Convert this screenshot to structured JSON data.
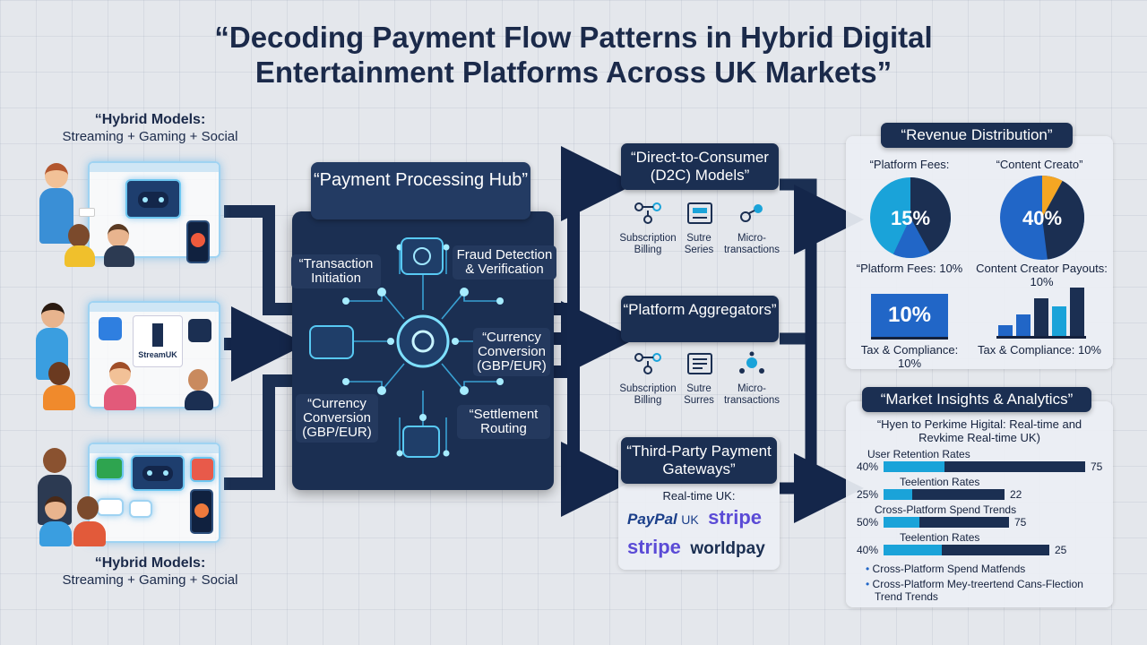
{
  "title": {
    "line1": "“Decoding Payment Flow Patterns in Hybrid Digital",
    "line2": "Entertainment Platforms Across UK Markets”"
  },
  "hybrid_models": {
    "top_bold": "“Hybrid Models:",
    "top_sub": "Streaming + Gaming + Social",
    "bottom_bold": "“Hybrid Models:",
    "bottom_sub": "Streaming + Gaming + Social",
    "stream_logo": "StreamUK"
  },
  "hub": {
    "title": "“Payment Processing Hub”",
    "transaction": "“Transaction Initiation",
    "fraud": "Fraud Detection & Verification",
    "currency_right": "“Currency Conversion (GBP/EUR)",
    "currency_left": "“Currency Conversion (GBP/EUR)",
    "settlement": "“Settlement Routing"
  },
  "d2c": {
    "title": "“Direct-to-Consumer (D2C) Models”",
    "icons": [
      "Subscription Billing",
      "Sutre Series",
      "Micro-transactions"
    ]
  },
  "aggregators": {
    "title": "“Platform Aggregators”",
    "icons": [
      "Subscription Billing",
      "Sutre Surres",
      "Micro-transactions"
    ]
  },
  "gateways": {
    "title": "“Third-Party Payment Gateways”",
    "subtitle": "Real-time UK:",
    "logos": {
      "paypal": "PayPal",
      "paypal_suffix": "UK",
      "stripe1": "stripe",
      "stripe2": "stripe",
      "worldpay": "worldpay"
    }
  },
  "revenue": {
    "title": "“Revenue Distribution”",
    "pie1_label": "“Platform Fees:",
    "pie2_label": "“Content Creato”",
    "pie1_value": "15%",
    "pie2_value": "40%",
    "pie1_fraction": 0.15,
    "pie2_fraction": 0.4,
    "mid_left": "“Platform Fees: 10%",
    "mid_right": "Content Creator Payouts: 10%",
    "box_value": "10%",
    "bottom_left": "Tax & Compliance: 10%",
    "bottom_right": "Tax & Compliance: 10%",
    "bars": [
      {
        "value": 0.22,
        "color": "#2166c7"
      },
      {
        "value": 0.45,
        "color": "#2166c7"
      },
      {
        "value": 0.78,
        "color": "#1b2f52"
      },
      {
        "value": 0.62,
        "color": "#1aa3d9"
      },
      {
        "value": 1.0,
        "color": "#1b2f52"
      }
    ]
  },
  "market": {
    "title": "“Market Insights & Analytics”",
    "subtitle": "“Hyen to Perkime Higital:  Real-time and Revkime Real-time UK)",
    "rows": [
      {
        "label": "User Retention Rates",
        "left": "40%",
        "right": "75",
        "fraction": 0.75
      },
      {
        "label": "Teelention Rates",
        "left": "25%",
        "right": "22",
        "fraction": 0.6
      },
      {
        "label": "Cross-Platform Spend Trends",
        "left": "50%",
        "right": "75",
        "fraction": 0.72
      },
      {
        "label": "Teelention Rates",
        "left": "40%",
        "right": "25",
        "fraction": 0.88
      }
    ],
    "bullets": [
      "Cross-Platform Spend Matfends",
      "Cross-Platform Mey-treertend Cans-Flection"
    ],
    "last_line": "Trend Trends"
  },
  "colors": {
    "navy": "#1b2f52",
    "accent_blue": "#2166c7",
    "cyan": "#1aa3d9",
    "glow": "#58c9f3"
  }
}
